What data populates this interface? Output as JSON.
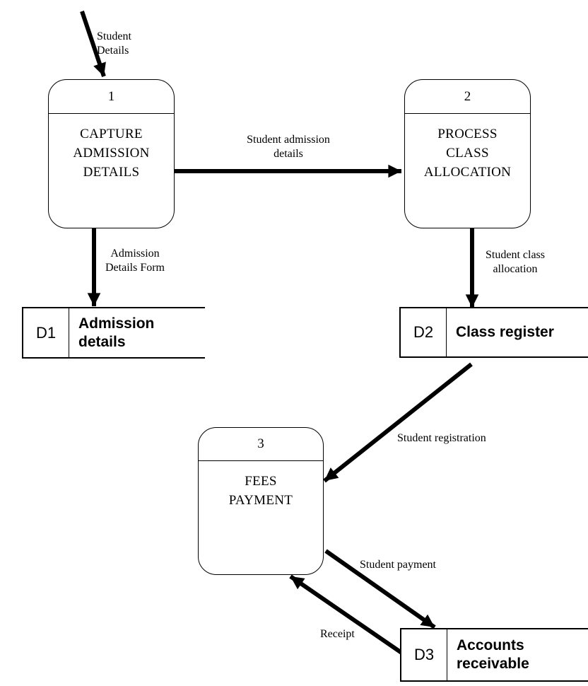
{
  "colors": {
    "ink": "#000000",
    "background": "#ffffff"
  },
  "processes": [
    {
      "number": "1",
      "name": "CAPTURE\nADMISSION\nDETAILS"
    },
    {
      "number": "2",
      "name": "PROCESS\nCLASS\nALLOCATION"
    },
    {
      "number": "3",
      "name": "FEES\nPAYMENT"
    }
  ],
  "data_stores": [
    {
      "id": "D1",
      "name": "Admission\ndetails"
    },
    {
      "id": "D2",
      "name": "Class register"
    },
    {
      "id": "D3",
      "name": "Accounts\nreceivable"
    }
  ],
  "flows": [
    {
      "label": "Student\nDetails",
      "from": "external",
      "to": "process-1-capture-admission-details"
    },
    {
      "label": "Student admission\ndetails",
      "from": "process-1-capture-admission-details",
      "to": "process-2-process-class-allocation"
    },
    {
      "label": "Admission\nDetails Form",
      "from": "process-1-capture-admission-details",
      "to": "datastore-d1-admission-details"
    },
    {
      "label": "Student class\nallocation",
      "from": "process-2-process-class-allocation",
      "to": "datastore-d2-class-register"
    },
    {
      "label": "Student registration",
      "from": "datastore-d2-class-register",
      "to": "process-3-fees-payment"
    },
    {
      "label": "Student payment",
      "from": "process-3-fees-payment",
      "to": "datastore-d3-accounts-receivable"
    },
    {
      "label": "Receipt",
      "from": "datastore-d3-accounts-receivable",
      "to": "process-3-fees-payment"
    }
  ]
}
